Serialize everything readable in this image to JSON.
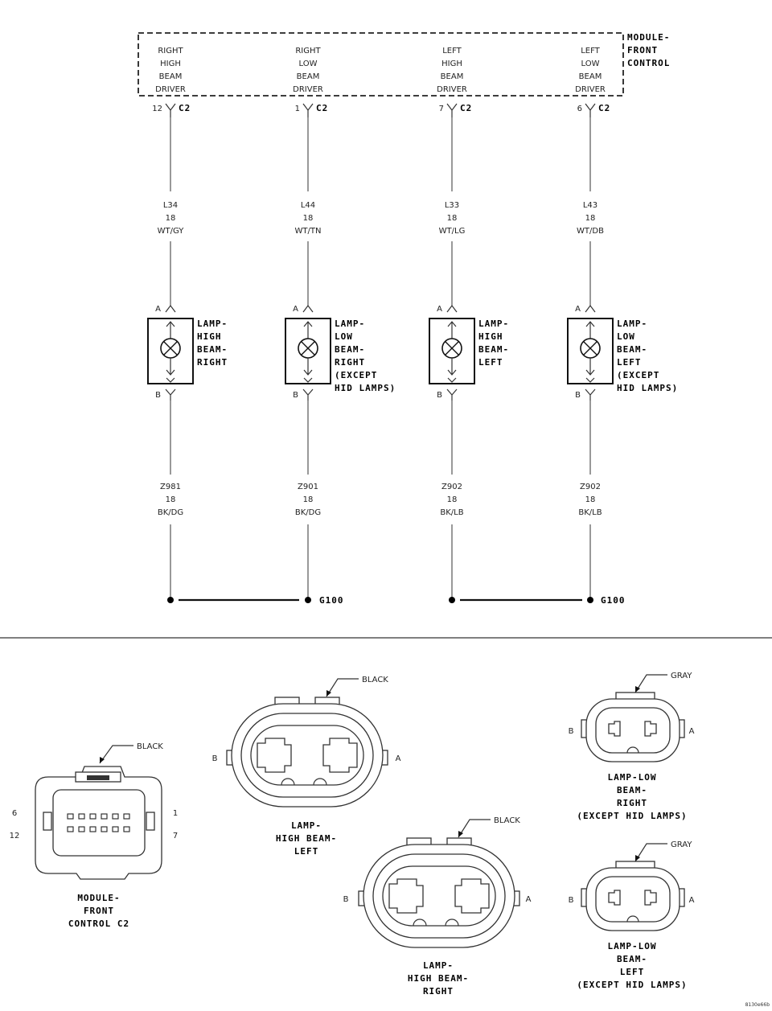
{
  "module": {
    "title_lines": [
      "MODULE-",
      "FRONT",
      "CONTROL"
    ],
    "drivers": [
      {
        "lines": [
          "RIGHT",
          "HIGH",
          "BEAM",
          "DRIVER"
        ],
        "pin": "12",
        "connector": "C2"
      },
      {
        "lines": [
          "RIGHT",
          "LOW",
          "BEAM",
          "DRIVER"
        ],
        "pin": "1",
        "connector": "C2"
      },
      {
        "lines": [
          "LEFT",
          "HIGH",
          "BEAM",
          "DRIVER"
        ],
        "pin": "7",
        "connector": "C2"
      },
      {
        "lines": [
          "LEFT",
          "LOW",
          "BEAM",
          "DRIVER"
        ],
        "pin": "6",
        "connector": "C2"
      }
    ]
  },
  "circuits": [
    {
      "upper": [
        "L34",
        "18",
        "WT/GY"
      ],
      "lower": [
        "Z981",
        "18",
        "BK/DG"
      ]
    },
    {
      "upper": [
        "L44",
        "18",
        "WT/TN"
      ],
      "lower": [
        "Z901",
        "18",
        "BK/DG"
      ]
    },
    {
      "upper": [
        "L33",
        "18",
        "WT/LG"
      ],
      "lower": [
        "Z902",
        "18",
        "BK/LB"
      ]
    },
    {
      "upper": [
        "L43",
        "18",
        "WT/DB"
      ],
      "lower": [
        "Z902",
        "18",
        "BK/LB"
      ]
    }
  ],
  "lamps": [
    {
      "pin_a": "A",
      "pin_b": "B",
      "lines": [
        "LAMP-",
        "HIGH",
        "BEAM-",
        "RIGHT"
      ]
    },
    {
      "pin_a": "A",
      "pin_b": "B",
      "lines": [
        "LAMP-",
        "LOW",
        "BEAM-",
        "RIGHT",
        "(EXCEPT",
        "HID LAMPS)"
      ]
    },
    {
      "pin_a": "A",
      "pin_b": "B",
      "lines": [
        "LAMP-",
        "HIGH",
        "BEAM-",
        "LEFT"
      ]
    },
    {
      "pin_a": "A",
      "pin_b": "B",
      "lines": [
        "LAMP-",
        "LOW",
        "BEAM-",
        "LEFT",
        "(EXCEPT",
        "HID LAMPS)"
      ]
    }
  ],
  "grounds": [
    "G100",
    "G100"
  ],
  "connector_views": {
    "module_c2": {
      "color": "BLACK",
      "pins": {
        "top_left": "6",
        "bottom_left": "12",
        "top_right": "1",
        "bottom_right": "7"
      },
      "lines": [
        "MODULE-",
        "FRONT",
        "CONTROL C2"
      ]
    },
    "high_beam_left": {
      "color": "BLACK",
      "pin_left": "B",
      "pin_right": "A",
      "lines": [
        "LAMP-",
        "HIGH BEAM-",
        "LEFT"
      ]
    },
    "high_beam_right": {
      "color": "BLACK",
      "pin_left": "B",
      "pin_right": "A",
      "lines": [
        "LAMP-",
        "HIGH BEAM-",
        "RIGHT"
      ]
    },
    "low_beam_right": {
      "color": "GRAY",
      "pin_left": "B",
      "pin_right": "A",
      "lines": [
        "LAMP-LOW",
        "BEAM-",
        "RIGHT",
        "(EXCEPT HID LAMPS)"
      ]
    },
    "low_beam_left": {
      "color": "GRAY",
      "pin_left": "B",
      "pin_right": "A",
      "lines": [
        "LAMP-LOW",
        "BEAM-",
        "LEFT",
        "(EXCEPT HID LAMPS)"
      ]
    }
  },
  "figure_code": "8130e66b"
}
